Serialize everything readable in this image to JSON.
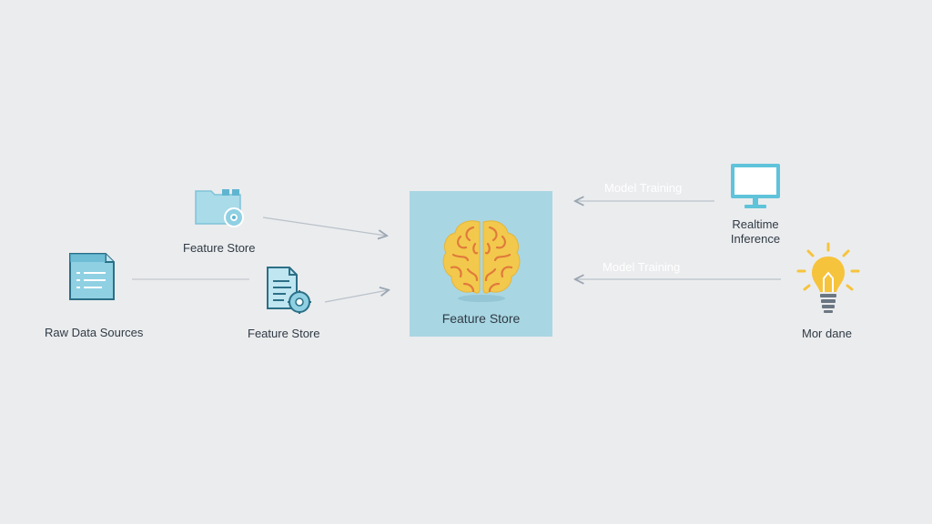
{
  "nodes": {
    "raw_sources": {
      "label": "Raw Data Sources",
      "icon": "list-document-icon"
    },
    "feature_store_top": {
      "label": "Feature Store",
      "icon": "folder-gear-icon"
    },
    "feature_store_mid": {
      "label": "Feature Store",
      "icon": "document-gear-icon"
    },
    "feature_store_center": {
      "label": "Feature Store",
      "icon": "brain-icon"
    },
    "realtime": {
      "label_line1": "Realtime",
      "label_line2": "Inference",
      "icon": "monitor-icon"
    },
    "model_done": {
      "label": "Mor dane",
      "icon": "lightbulb-icon"
    }
  },
  "edges": {
    "model_training_top": {
      "label": "Model Training"
    },
    "model_training_bottom": {
      "label": "Model Training"
    }
  },
  "colors": {
    "background": "#ebecee",
    "center_box": "#a9d6e3",
    "icon_blue": "#8fd0e3",
    "icon_outline": "#2b6f86",
    "brain": "#f2c94c",
    "brain_lines": "#e07a3c",
    "bulb": "#f6c33c",
    "arrow": "#9aa6b2"
  }
}
